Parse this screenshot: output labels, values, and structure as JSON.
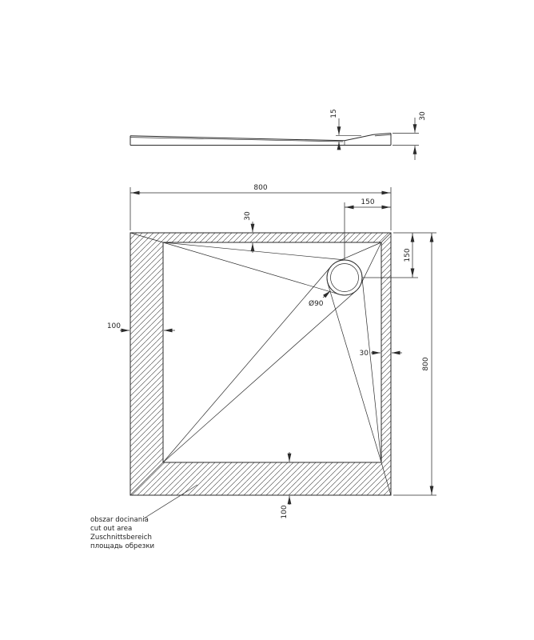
{
  "drawing": {
    "bg_color": "#ffffff",
    "line_color": "#2b2b2b",
    "profile": {
      "depth_dim": "15",
      "height_dim": "30"
    },
    "plan": {
      "width_dim": "800",
      "height_dim": "800",
      "drain_offset_top_dim": "150",
      "drain_offset_right_dim": "150",
      "top_band_dim": "30",
      "right_band_dim": "30",
      "left_band_dim": "100",
      "bottom_band_dim": "100",
      "drain_diameter_label": "Ø90"
    },
    "note": {
      "lines": [
        "obszar docinania",
        "cut out area",
        "Zuschnittsbereich",
        "площадь обрезки"
      ]
    }
  }
}
